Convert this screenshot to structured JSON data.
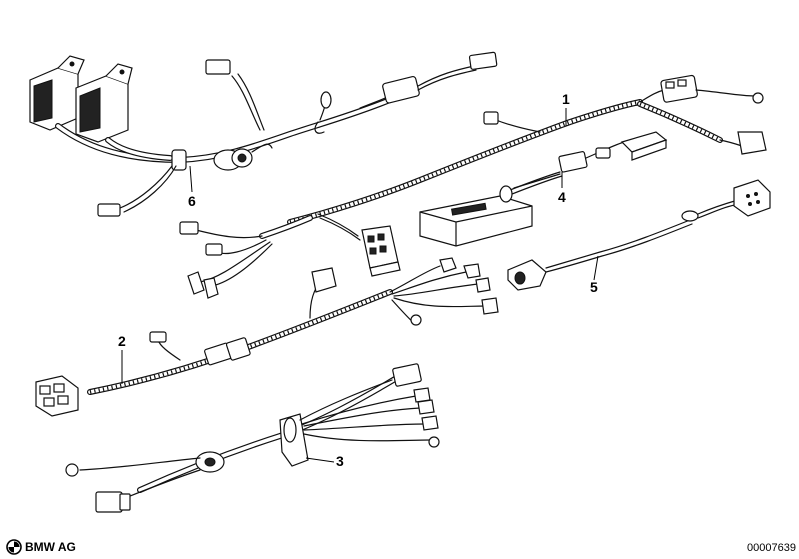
{
  "callouts": {
    "c1": "1",
    "c2": "2",
    "c3": "3",
    "c4": "4",
    "c5": "5",
    "c6": "6"
  },
  "footer": {
    "brand": "BMW AG",
    "drawing_number": "00007639"
  },
  "icons": {
    "brand_logo": "bmw-roundel-icon"
  }
}
